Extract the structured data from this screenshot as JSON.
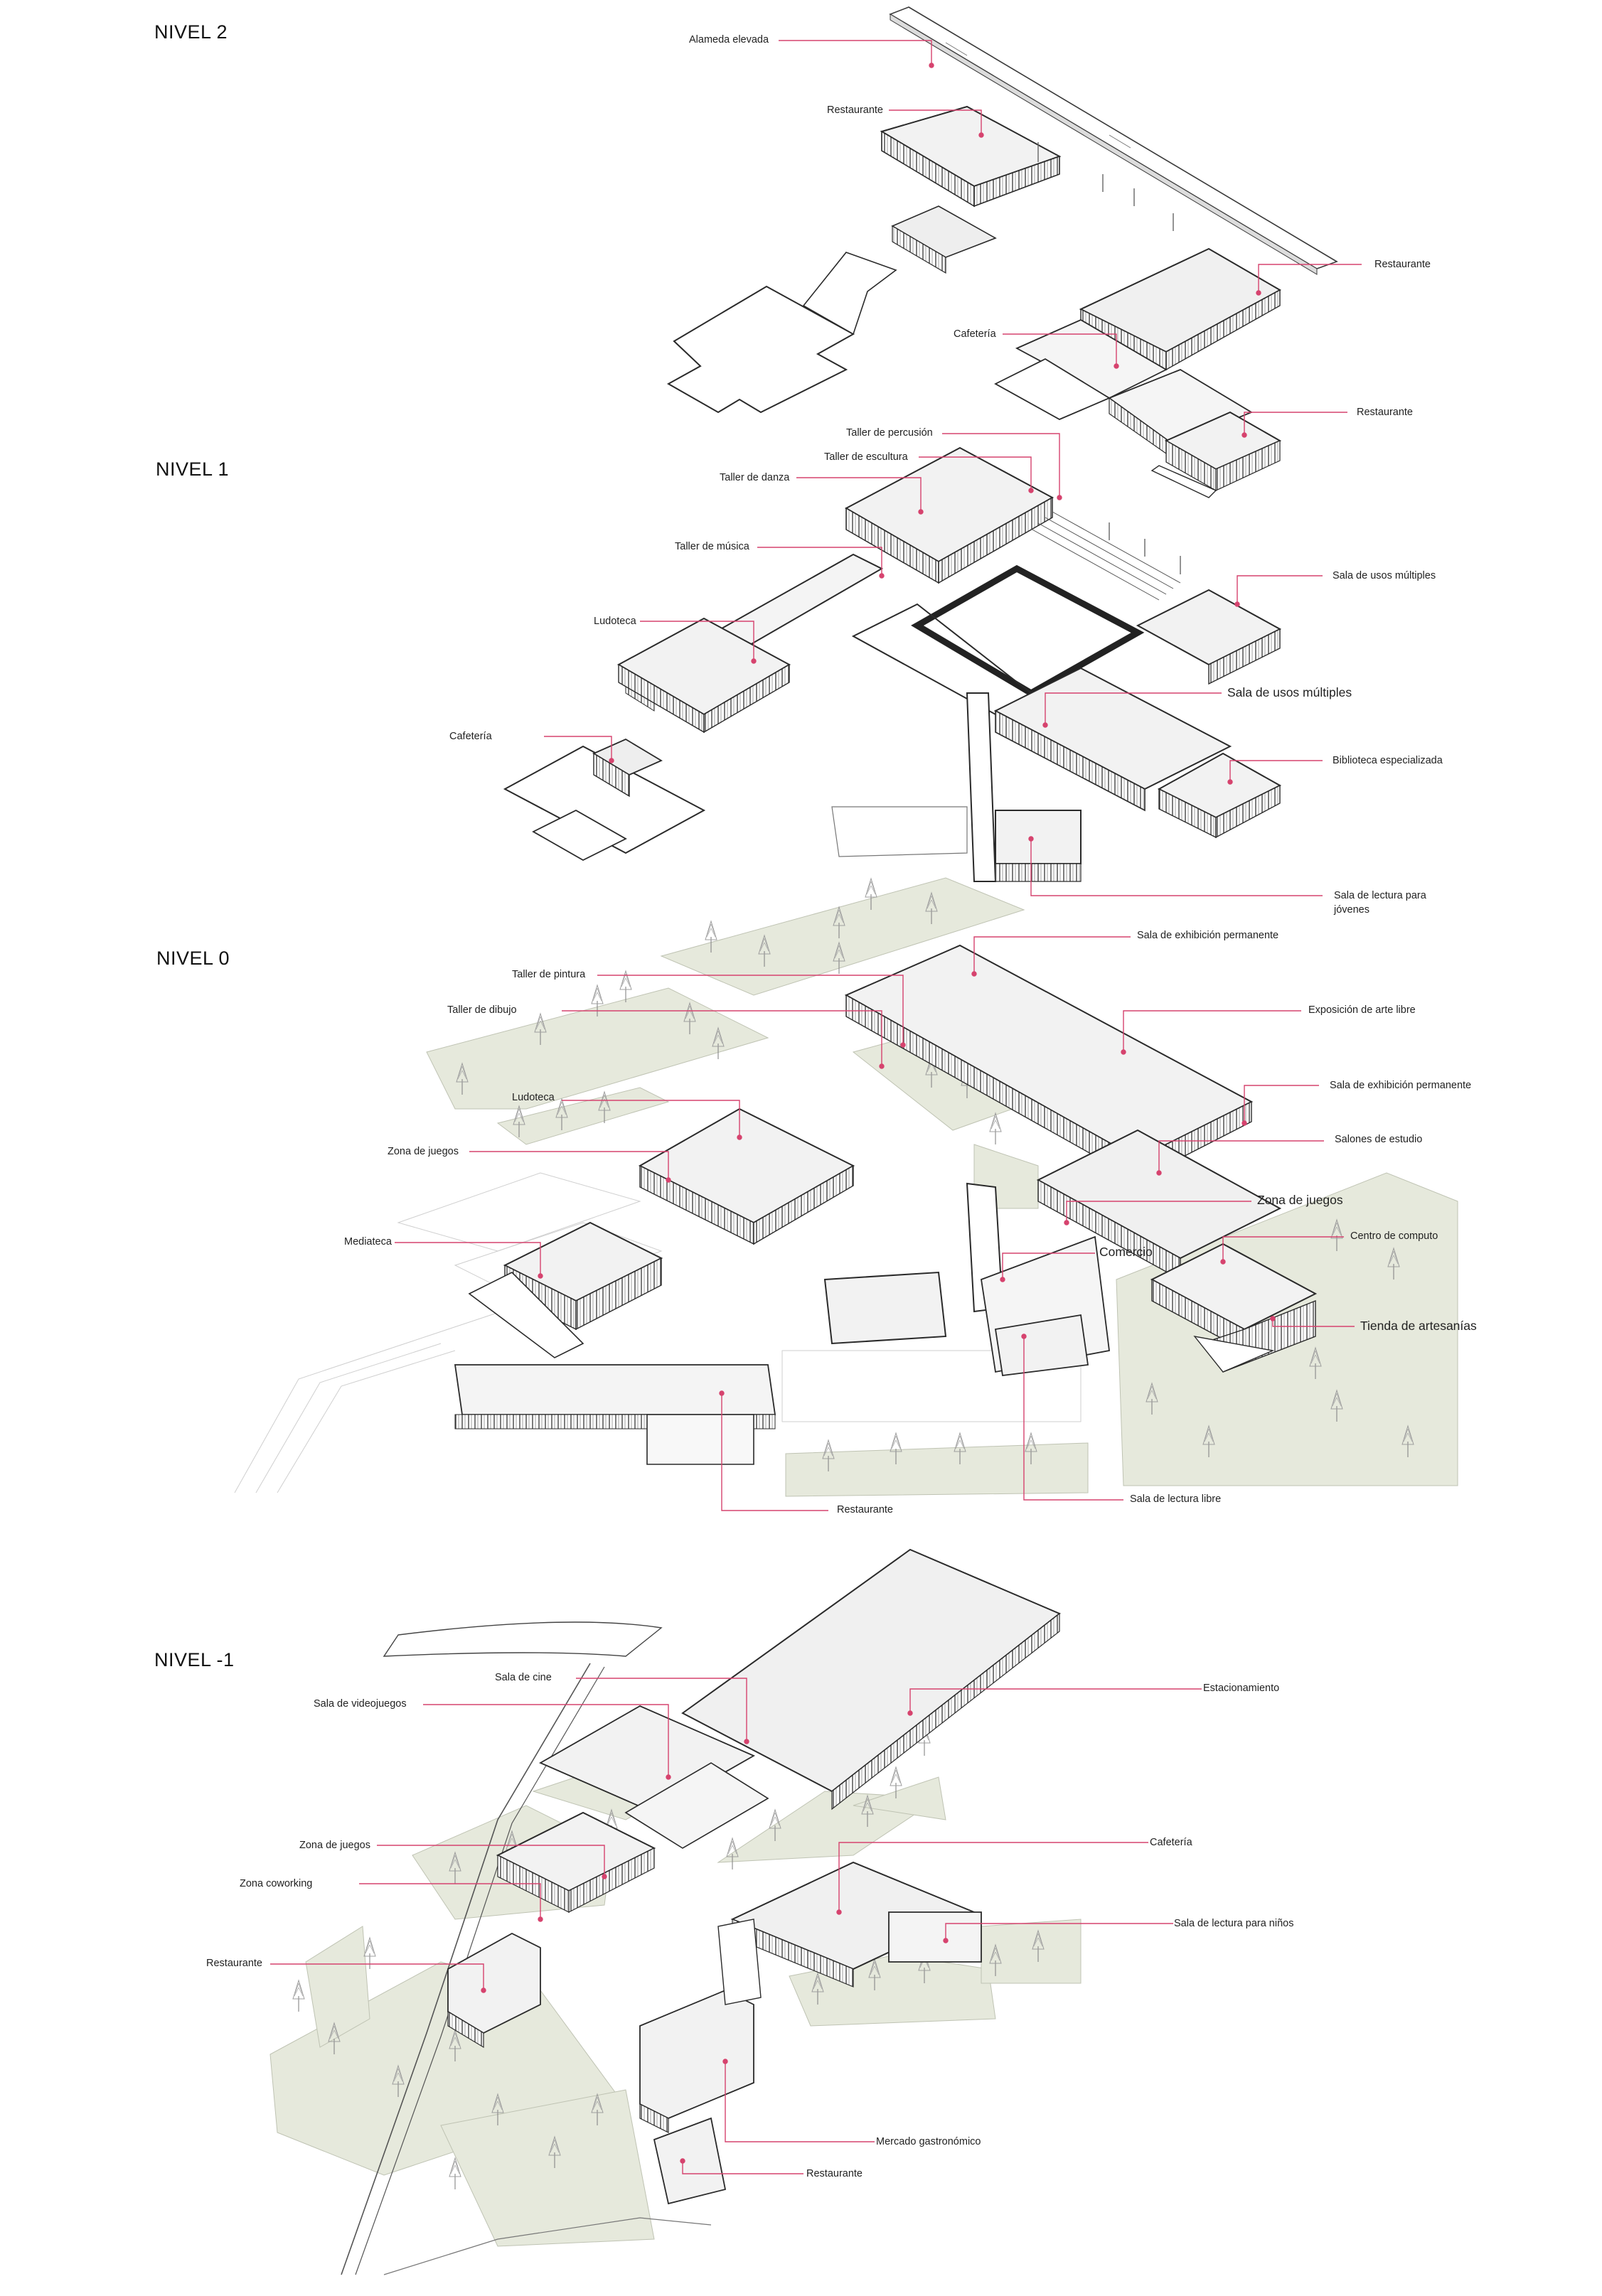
{
  "accent_color": "#d6436e",
  "green_color": "#e6e9dc",
  "line_color": "#2a2a2a",
  "levels": [
    {
      "title": "NIVEL 2",
      "labels": [
        "Alameda elevada",
        "Restaurante",
        "Restaurante",
        "Cafetería",
        "Restaurante"
      ]
    },
    {
      "title": "NIVEL 1",
      "labels": [
        "Taller de percusión",
        "Taller de escultura",
        "Taller de danza",
        "Taller de música",
        "Sala de usos múltiples",
        "Ludoteca",
        "Sala de usos múltiples",
        "Cafetería",
        "Biblioteca especializada",
        "Sala de lectura para",
        "jóvenes"
      ]
    },
    {
      "title": "NIVEL 0",
      "labels": [
        "Sala de exhibición permanente",
        "Taller de pintura",
        "Taller de dibujo",
        "Exposición de arte libre",
        "Sala de exhibición permanente",
        "Ludoteca",
        "Salones de estudio",
        "Zona de juegos",
        "Zona de juegos",
        "Centro de computo",
        "Mediateca",
        "Comercio",
        "Tienda de artesanías",
        "Restaurante",
        "Sala de lectura libre"
      ]
    },
    {
      "title": "NIVEL -1",
      "labels": [
        "Sala de cine",
        "Sala de videojuegos",
        "Estacionamiento",
        "Zona de juegos",
        "Cafetería",
        "Zona coworking",
        "Restaurante",
        "Sala de lectura para niños",
        "Mercado gastronómico",
        "Restaurante"
      ]
    }
  ]
}
